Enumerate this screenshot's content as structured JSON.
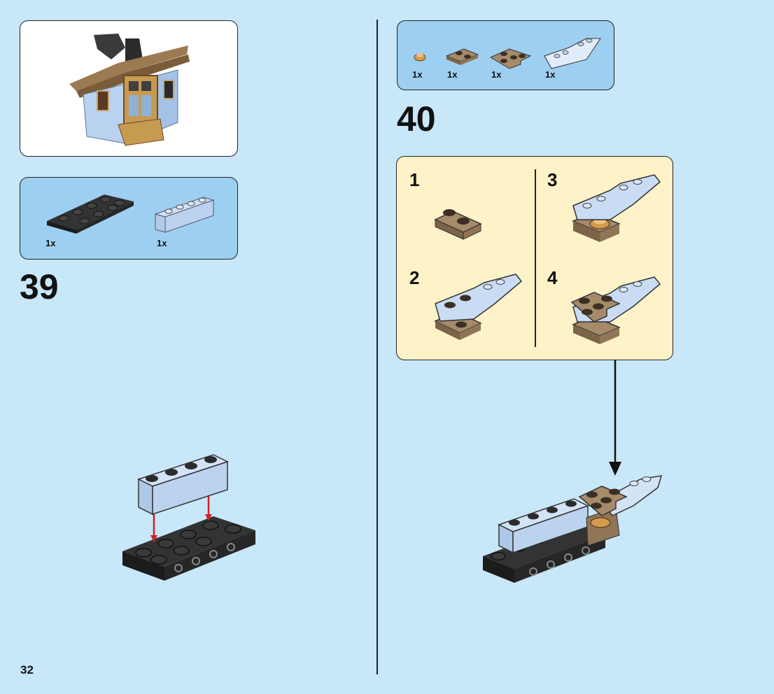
{
  "page_number": "32",
  "step39": {
    "number": "39",
    "parts": [
      {
        "qty": "1x",
        "name": "black-plate-with-side-studs"
      },
      {
        "qty": "1x",
        "name": "light-blue-brick-1x4"
      }
    ]
  },
  "step40": {
    "number": "40",
    "parts": [
      {
        "qty": "1x",
        "name": "pearl-gold-round-plate"
      },
      {
        "qty": "1x",
        "name": "dark-tan-plate-1x2"
      },
      {
        "qty": "1x",
        "name": "dark-tan-corner-plate"
      },
      {
        "qty": "1x",
        "name": "light-blue-wedge-plate"
      }
    ],
    "substeps": [
      "1",
      "2",
      "3",
      "4"
    ]
  },
  "colors": {
    "background": "#c8e7f8",
    "parts_panel": "#9dcff1",
    "substep_panel": "#fdf2c8",
    "light_blue": "#b8d4f0",
    "dark_tan": "#8b7355",
    "black": "#2b2b2b",
    "arrow_red": "#d0202a"
  }
}
